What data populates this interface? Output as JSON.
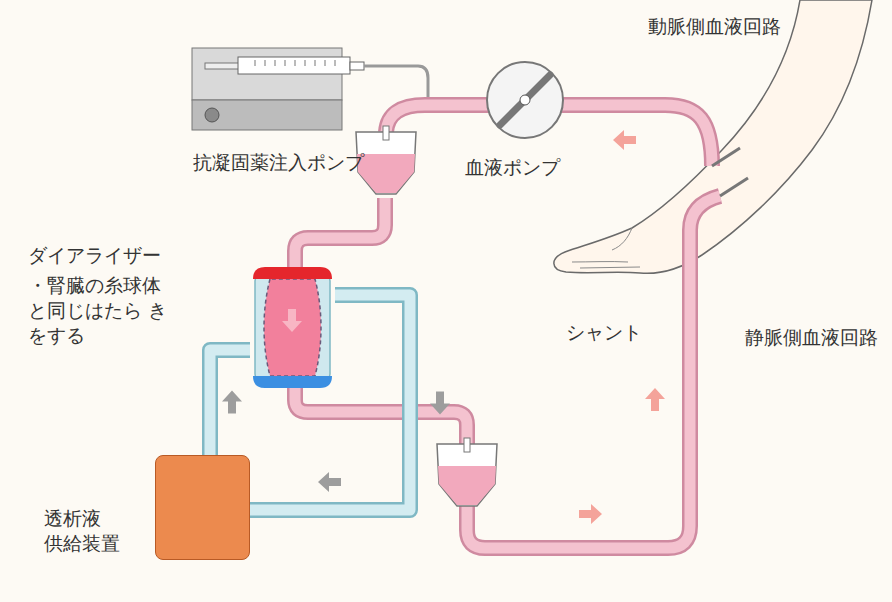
{
  "diagram": {
    "nodes": [
      {
        "text": [
          "ダイアライザー",
          "・腎臓の糸球体 と同じはたら きをする"
        ]
      },
      {
        "text": [
          "透析液 供給装置"
        ]
      }
    ],
    "edges": [
      {
        "from": 1,
        "to": 0,
        "arrow": "to"
      },
      {
        "from": 0,
        "to": 1,
        "arrow": "to"
      }
    ],
    "labels": [
      "動脈側血液回路",
      "抗凝固薬注入ポンプ",
      "血液ポンプ",
      "シャント",
      "静脈側血液回路"
    ]
  }
}
